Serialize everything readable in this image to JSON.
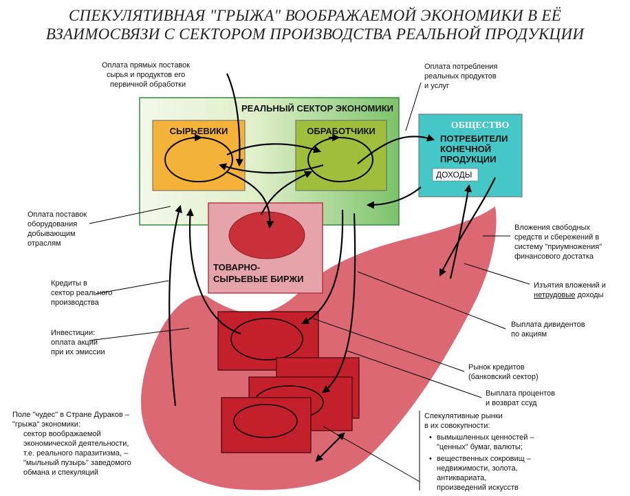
{
  "title": {
    "line1": "СПЕКУЛЯТИВНАЯ \"ГРЫЖА\" ВООБРАЖАЕМОЙ ЭКОНОМИКИ В ЕЁ",
    "line2": "ВЗАИМОСВЯЗИ С СЕКТОРОМ ПРОИЗВОДСТВА РЕАЛЬНОЙ ПРОДУКЦИИ"
  },
  "colors": {
    "hernia": "#d9606b",
    "real_sector_green": "#7cc36b",
    "raw_box": "#f5b238",
    "processors_box": "#9fbf3c",
    "society_box": "#45c7c7",
    "exchange_box": "#e5a4a9",
    "exchange_oval": "#c9303a",
    "market_box": "#c4202b"
  },
  "boxes": {
    "real_sector": "РЕАЛЬНЫЙ СЕКТОР ЭКОНОМИКИ",
    "raw": "СЫРЬЕВИКИ",
    "processors": "ОБРАБОТЧИКИ",
    "society_title": "ОБЩЕСТВО",
    "consumers": [
      "ПОТРЕБИТЕЛИ",
      "КОНЕЧНОЙ",
      "ПРОДУКЦИИ"
    ],
    "income": "ДОХОДЫ",
    "exchange": [
      "ТОВАРНО-",
      "СЫРЬЕВЫЕ БИРЖИ"
    ]
  },
  "labels": {
    "direct_supply": [
      "Оплата прямых поставок",
      "сырья и продуктов его",
      "первичной обработки"
    ],
    "consumption": [
      "Оплата потребления",
      "реальных продуктов",
      "и услуг"
    ],
    "equipment": [
      "Оплата поставок",
      "оборудования",
      "добывающим",
      "отраслям"
    ],
    "investments_free": [
      "Вложения свободных",
      "средств и сбережений в",
      "систему \"приумножения\"",
      "финансового достатка"
    ],
    "credits": [
      "Кредиты в",
      "сектор реального",
      "производства"
    ],
    "withdrawal_line1": "Изъятия вложений и",
    "withdrawal_word": "нетрудовые",
    "withdrawal_rest": " доходы",
    "investments_shares": [
      "Инвестиции:",
      "оплата акций",
      "при их эмиссии"
    ],
    "dividends": [
      "Выплата дивидентов",
      "по акциям"
    ],
    "credit_market": [
      "Рынок кредитов",
      "(банковский сектор)"
    ],
    "interest": [
      "Выплата процентов",
      "и возврат ссуд"
    ],
    "miracle_field": [
      "Поле \"чудес\" в Стране Дураков –",
      "\"грыжа\" экономики:",
      "сектор воображаемой",
      "экономической деятельности,",
      "т.е. реального паразитизма, –",
      "\"мыльный пузырь\" заведомого",
      "обмана и спекуляций"
    ],
    "speculative": [
      "Спекулятивные рынки",
      "в их совокупности:",
      "вымышленных ценностей –",
      "\"ценных\" бумаг, валюты;",
      "вещественных сокровищ –",
      "недвижимости, золота,",
      "антиквариата,",
      "произведений искусств"
    ]
  }
}
